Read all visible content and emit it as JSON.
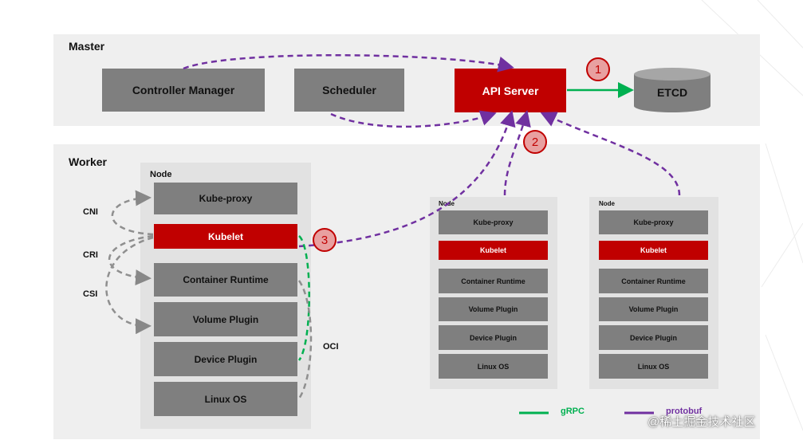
{
  "master": {
    "title": "Master",
    "controller_manager": "Controller Manager",
    "scheduler": "Scheduler",
    "api_server": "API Server",
    "etcd": "ETCD"
  },
  "worker": {
    "title": "Worker",
    "main_node": {
      "label": "Node",
      "components": [
        "Kube-proxy",
        "Kubelet",
        "Container Runtime",
        "Volume Plugin",
        "Device Plugin",
        "Linux OS"
      ]
    },
    "small_nodes": [
      {
        "label": "Node",
        "components": [
          "Kube-proxy",
          "Kubelet",
          "Container Runtime",
          "Volume Plugin",
          "Device Plugin",
          "Linux OS"
        ]
      },
      {
        "label": "Node",
        "components": [
          "Kube-proxy",
          "Kubelet",
          "Container Runtime",
          "Volume Plugin",
          "Device Plugin",
          "Linux OS"
        ]
      }
    ],
    "side_labels": {
      "cni": "CNI",
      "cri": "CRI",
      "csi": "CSI",
      "oci": "OCI"
    }
  },
  "markers": [
    "1",
    "2",
    "3"
  ],
  "legend": {
    "grpc": "gRPC",
    "protobuf": "protobuf",
    "grpc_color": "#00b050",
    "protobuf_color": "#7030a0"
  },
  "colors": {
    "component": "#7f7f7f",
    "kubelet": "#c00000",
    "panel": "#efefef"
  },
  "watermark": "@稀土掘金技术社区"
}
